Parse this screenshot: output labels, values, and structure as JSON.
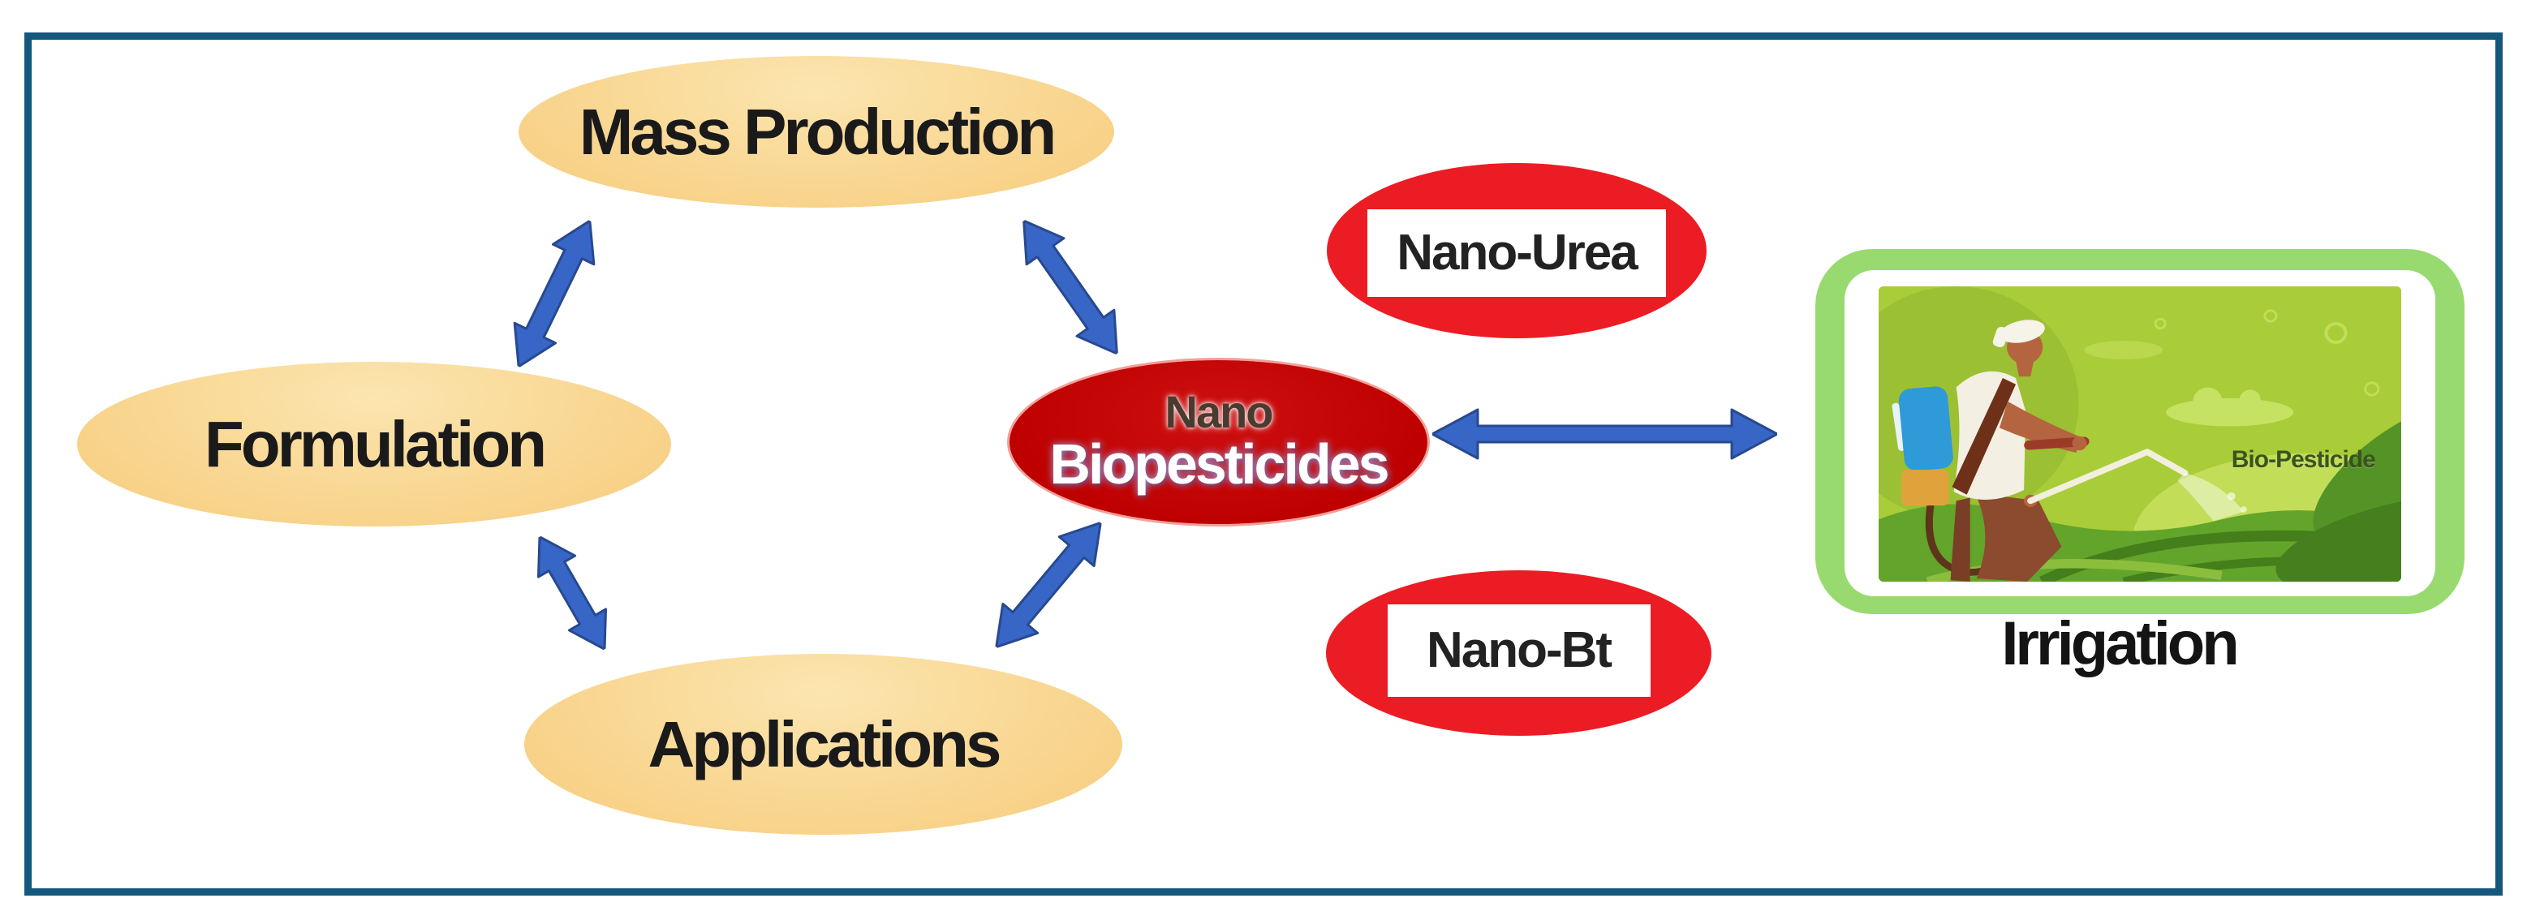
{
  "diagram": {
    "cycle_nodes": [
      {
        "label": "Mass Production"
      },
      {
        "label": "Formulation"
      },
      {
        "label": "Applications"
      }
    ],
    "center_node": {
      "line1": "Nano",
      "line2": "Biopesticides"
    },
    "tag_nodes": [
      {
        "label": "Nano-Urea"
      },
      {
        "label": "Nano-Bt"
      }
    ],
    "illustration": {
      "overlay_label": "Bio-Pesticide",
      "caption": "Irrigation"
    },
    "colors": {
      "frame_border": "#15587D",
      "node_peach": "#F8D189",
      "node_bright_red": "#EC1C24",
      "node_dark_red": "#BE0000",
      "arrow_blue": "#3766C7",
      "panel_green": "#98DA70",
      "scene_background": "#A9CC39",
      "label_text": "#1A1A1A"
    }
  }
}
